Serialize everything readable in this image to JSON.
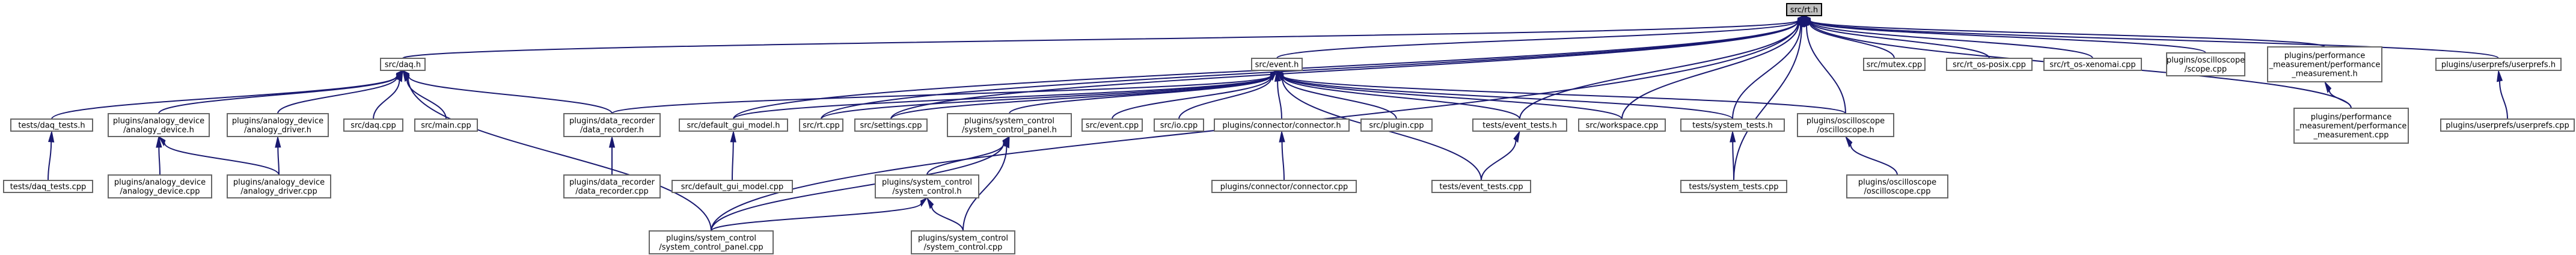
{
  "graph": {
    "nodes": [
      {
        "id": "rt_h",
        "lines": [
          "src/rt.h"
        ],
        "root": true
      },
      {
        "id": "daq_h",
        "lines": [
          "src/daq.h"
        ]
      },
      {
        "id": "event_h",
        "lines": [
          "src/event.h"
        ]
      },
      {
        "id": "mutex_cpp",
        "lines": [
          "src/mutex.cpp"
        ]
      },
      {
        "id": "rt_os_posix_cpp",
        "lines": [
          "src/rt_os-posix.cpp"
        ]
      },
      {
        "id": "rt_os_xenomai_cpp",
        "lines": [
          "src/rt_os-xenomai.cpp"
        ]
      },
      {
        "id": "osc_scope_cpp",
        "lines": [
          "plugins/oscilloscope",
          "/scope.cpp"
        ]
      },
      {
        "id": "perf_h",
        "lines": [
          "plugins/performance",
          "_measurement/performance",
          "_measurement.h"
        ]
      },
      {
        "id": "userprefs_h",
        "lines": [
          "plugins/userprefs/userprefs.h"
        ]
      },
      {
        "id": "daq_tests_h",
        "lines": [
          "tests/daq_tests.h"
        ]
      },
      {
        "id": "analogy_device_h",
        "lines": [
          "plugins/analogy_device",
          "/analogy_device.h"
        ]
      },
      {
        "id": "analogy_driver_h",
        "lines": [
          "plugins/analogy_device",
          "/analogy_driver.h"
        ]
      },
      {
        "id": "daq_cpp",
        "lines": [
          "src/daq.cpp"
        ]
      },
      {
        "id": "main_cpp",
        "lines": [
          "src/main.cpp"
        ]
      },
      {
        "id": "data_recorder_h",
        "lines": [
          "plugins/data_recorder",
          "/data_recorder.h"
        ]
      },
      {
        "id": "default_gui_model_h",
        "lines": [
          "src/default_gui_model.h"
        ]
      },
      {
        "id": "rt_cpp",
        "lines": [
          "src/rt.cpp"
        ]
      },
      {
        "id": "settings_cpp",
        "lines": [
          "src/settings.cpp"
        ]
      },
      {
        "id": "scp_h",
        "lines": [
          "plugins/system_control",
          "/system_control_panel.h"
        ]
      },
      {
        "id": "event_cpp",
        "lines": [
          "src/event.cpp"
        ]
      },
      {
        "id": "io_cpp",
        "lines": [
          "src/io.cpp"
        ]
      },
      {
        "id": "connector_h",
        "lines": [
          "plugins/connector/connector.h"
        ]
      },
      {
        "id": "plugin_cpp",
        "lines": [
          "src/plugin.cpp"
        ]
      },
      {
        "id": "event_tests_h",
        "lines": [
          "tests/event_tests.h"
        ]
      },
      {
        "id": "workspace_cpp",
        "lines": [
          "src/workspace.cpp"
        ]
      },
      {
        "id": "system_tests_h",
        "lines": [
          "tests/system_tests.h"
        ]
      },
      {
        "id": "osc_h",
        "lines": [
          "plugins/oscilloscope",
          "/oscilloscope.h"
        ]
      },
      {
        "id": "perf_cpp",
        "lines": [
          "plugins/performance",
          "_measurement/performance",
          "_measurement.cpp"
        ]
      },
      {
        "id": "userprefs_cpp",
        "lines": [
          "plugins/userprefs/userprefs.cpp"
        ]
      },
      {
        "id": "daq_tests_cpp",
        "lines": [
          "tests/daq_tests.cpp"
        ]
      },
      {
        "id": "analogy_device_cpp",
        "lines": [
          "plugins/analogy_device",
          "/analogy_device.cpp"
        ]
      },
      {
        "id": "analogy_driver_cpp",
        "lines": [
          "plugins/analogy_device",
          "/analogy_driver.cpp"
        ]
      },
      {
        "id": "data_recorder_cpp",
        "lines": [
          "plugins/data_recorder",
          "/data_recorder.cpp"
        ]
      },
      {
        "id": "default_gui_model_cpp",
        "lines": [
          "src/default_gui_model.cpp"
        ]
      },
      {
        "id": "system_control_h",
        "lines": [
          "plugins/system_control",
          "/system_control.h"
        ]
      },
      {
        "id": "connector_cpp",
        "lines": [
          "plugins/connector/connector.cpp"
        ]
      },
      {
        "id": "event_tests_cpp",
        "lines": [
          "tests/event_tests.cpp"
        ]
      },
      {
        "id": "system_tests_cpp",
        "lines": [
          "tests/system_tests.cpp"
        ]
      },
      {
        "id": "osc_cpp",
        "lines": [
          "plugins/oscilloscope",
          "/oscilloscope.cpp"
        ]
      },
      {
        "id": "scp_cpp",
        "lines": [
          "plugins/system_control",
          "/system_control_panel.cpp"
        ]
      },
      {
        "id": "system_control_cpp",
        "lines": [
          "plugins/system_control",
          "/system_control.cpp"
        ]
      }
    ],
    "edges": [
      [
        "rt_h",
        "daq_h"
      ],
      [
        "rt_h",
        "event_h"
      ],
      [
        "rt_h",
        "mutex_cpp"
      ],
      [
        "rt_h",
        "rt_os_posix_cpp"
      ],
      [
        "rt_h",
        "rt_os_xenomai_cpp"
      ],
      [
        "rt_h",
        "osc_scope_cpp"
      ],
      [
        "rt_h",
        "perf_h"
      ],
      [
        "rt_h",
        "userprefs_h"
      ],
      [
        "rt_h",
        "default_gui_model_h"
      ],
      [
        "rt_h",
        "rt_cpp"
      ],
      [
        "rt_h",
        "settings_cpp"
      ],
      [
        "rt_h",
        "event_tests_h"
      ],
      [
        "rt_h",
        "workspace_cpp"
      ],
      [
        "rt_h",
        "system_tests_h"
      ],
      [
        "rt_h",
        "osc_h"
      ],
      [
        "rt_h",
        "perf_cpp"
      ],
      [
        "rt_h",
        "system_tests_cpp"
      ],
      [
        "rt_h",
        "scp_cpp"
      ],
      [
        "daq_h",
        "daq_tests_h"
      ],
      [
        "daq_h",
        "analogy_device_h"
      ],
      [
        "daq_h",
        "analogy_driver_h"
      ],
      [
        "daq_h",
        "daq_cpp"
      ],
      [
        "daq_h",
        "main_cpp"
      ],
      [
        "daq_h",
        "data_recorder_h"
      ],
      [
        "daq_h",
        "scp_cpp"
      ],
      [
        "event_h",
        "data_recorder_h"
      ],
      [
        "event_h",
        "default_gui_model_h"
      ],
      [
        "event_h",
        "rt_cpp"
      ],
      [
        "event_h",
        "settings_cpp"
      ],
      [
        "event_h",
        "scp_h"
      ],
      [
        "event_h",
        "event_cpp"
      ],
      [
        "event_h",
        "io_cpp"
      ],
      [
        "event_h",
        "connector_h"
      ],
      [
        "event_h",
        "plugin_cpp"
      ],
      [
        "event_h",
        "event_tests_h"
      ],
      [
        "event_h",
        "workspace_cpp"
      ],
      [
        "event_h",
        "system_tests_h"
      ],
      [
        "event_h",
        "osc_h"
      ],
      [
        "event_h",
        "event_tests_cpp"
      ],
      [
        "perf_h",
        "perf_cpp"
      ],
      [
        "userprefs_h",
        "userprefs_cpp"
      ],
      [
        "daq_tests_h",
        "daq_tests_cpp"
      ],
      [
        "analogy_device_h",
        "analogy_device_cpp"
      ],
      [
        "analogy_device_h",
        "analogy_driver_cpp"
      ],
      [
        "analogy_driver_h",
        "analogy_driver_cpp"
      ],
      [
        "data_recorder_h",
        "data_recorder_cpp"
      ],
      [
        "default_gui_model_h",
        "default_gui_model_cpp"
      ],
      [
        "scp_h",
        "scp_cpp"
      ],
      [
        "scp_h",
        "system_control_h"
      ],
      [
        "scp_h",
        "system_control_cpp"
      ],
      [
        "system_control_h",
        "scp_cpp"
      ],
      [
        "system_control_h",
        "system_control_cpp"
      ],
      [
        "connector_h",
        "connector_cpp"
      ],
      [
        "event_tests_h",
        "event_tests_cpp"
      ],
      [
        "system_tests_h",
        "system_tests_cpp"
      ],
      [
        "osc_h",
        "osc_cpp"
      ]
    ]
  }
}
